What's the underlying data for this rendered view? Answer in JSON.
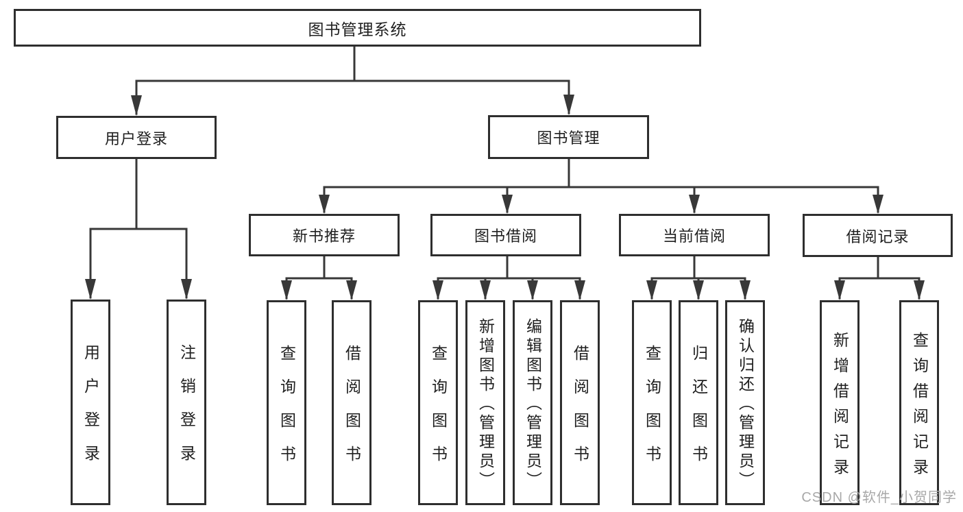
{
  "diagram": {
    "title_node": {
      "label": "图书管理系统"
    },
    "level2": [
      {
        "label": "用户登录"
      },
      {
        "label": "图书管理"
      }
    ],
    "level3": [
      {
        "label": "新书推荐"
      },
      {
        "label": "图书借阅"
      },
      {
        "label": "当前借阅"
      },
      {
        "label": "借阅记录"
      }
    ],
    "leaves": [
      {
        "label": "用户登录",
        "parent": "用户登录"
      },
      {
        "label": "注销登录",
        "parent": "用户登录"
      },
      {
        "label": "查询图书",
        "parent": "新书推荐"
      },
      {
        "label": "借阅图书",
        "parent": "新书推荐"
      },
      {
        "label": "查询图书",
        "parent": "图书借阅"
      },
      {
        "label": "新增图书（管理员）",
        "parent": "图书借阅"
      },
      {
        "label": "编辑图书（管理员）",
        "parent": "图书借阅"
      },
      {
        "label": "借阅图书",
        "parent": "图书借阅"
      },
      {
        "label": "查询图书",
        "parent": "当前借阅"
      },
      {
        "label": "归还图书",
        "parent": "当前借阅"
      },
      {
        "label": "确认归还（管理员）",
        "parent": "当前借阅"
      },
      {
        "label": "新增借阅记录",
        "parent": "借阅记录"
      },
      {
        "label": "查询借阅记录",
        "parent": "借阅记录"
      }
    ]
  },
  "watermark": {
    "text": "CSDN @软件_小贺同学"
  },
  "colors": {
    "line": "#383838",
    "border": "#2e2e2e",
    "text": "#1f1f1f",
    "watermark": "#a8a8a8",
    "background": "#ffffff"
  }
}
